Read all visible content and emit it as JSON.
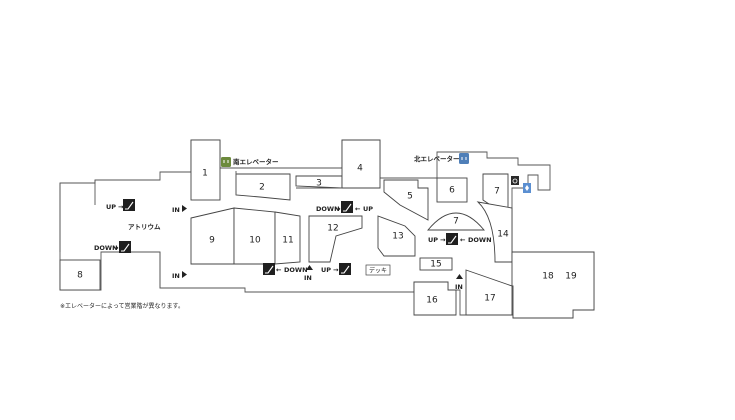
{
  "units": [
    "1",
    "2",
    "3",
    "4",
    "5",
    "6",
    "7",
    "7",
    "8",
    "9",
    "10",
    "11",
    "12",
    "13",
    "14",
    "15",
    "16",
    "17",
    "18",
    "19"
  ],
  "labels": {
    "atrium": "アトリウム",
    "deck": "デッキ",
    "south_elevator": "南エレベーター",
    "north_elevator": "北エレベーター",
    "in": "IN",
    "up": "UP",
    "down": "DOWN",
    "arrow_right": "→",
    "arrow_left": "←"
  },
  "note": "※エレベーターによって営業階が異なります。",
  "colors": {
    "south_elevator_icon": "#6c8a3c",
    "north_elevator_icon": "#4f7fb8",
    "wheelchair_icon": "#2b2b2b",
    "nursing_icon": "#5b8fd1"
  },
  "icons": [
    "elevator-icon",
    "escalator-icon",
    "wheelchair-icon",
    "nursing-room-icon",
    "entrance-arrow-icon"
  ]
}
